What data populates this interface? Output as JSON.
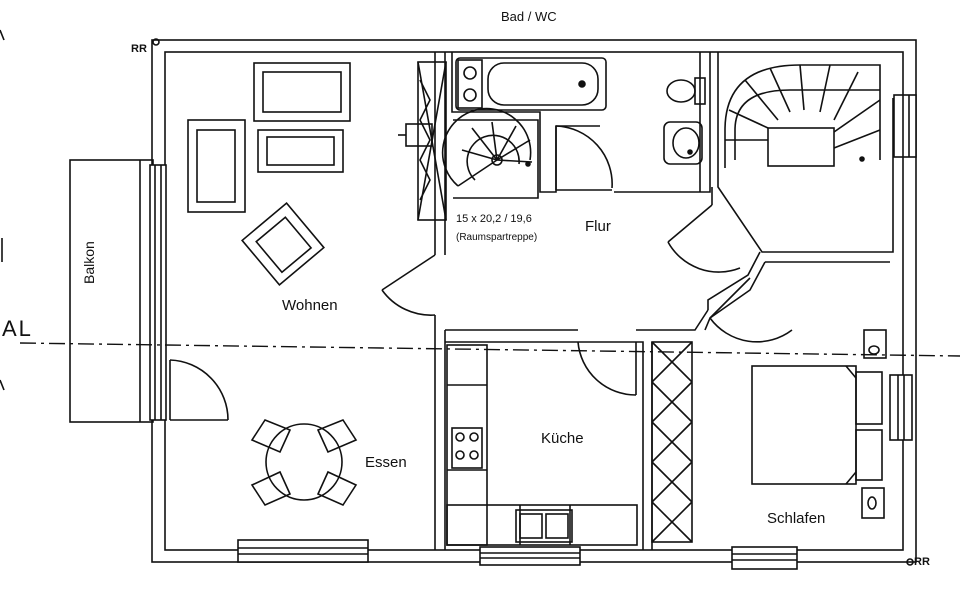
{
  "labels": {
    "bad_wc": "Bad / WC",
    "rr_top": "RR",
    "rr_bottom": "RR",
    "wohnen": "Wohnen",
    "essen": "Essen",
    "kueche": "Küche",
    "flur": "Flur",
    "schlafen": "Schlafen",
    "balkon": "Balkon",
    "stair_spec": "15 x 20,2 / 19,6",
    "stair_type": "(Raumspartreppe)",
    "axis_mark": "AL"
  }
}
